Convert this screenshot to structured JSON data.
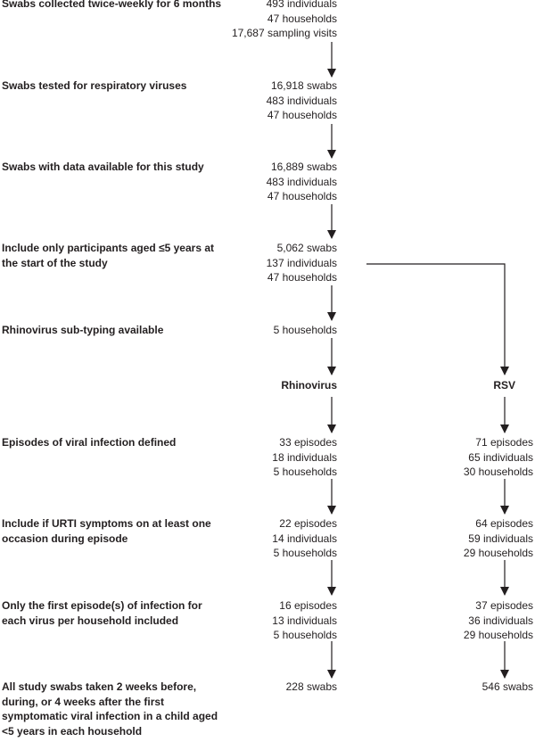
{
  "steps": [
    {
      "label": "Swabs collected twice-weekly for 6 months",
      "counts": [
        "493 individuals",
        "47 households",
        "17,687 sampling visits"
      ]
    },
    {
      "label": "Swabs tested for respiratory viruses",
      "counts": [
        "16,918 swabs",
        "483 individuals",
        "47 households"
      ]
    },
    {
      "label": "Swabs with data available for this study",
      "counts": [
        "16,889 swabs",
        "483 individuals",
        "47 households"
      ]
    },
    {
      "label": "Include only participants aged ≤5 years at the start of the study",
      "counts": [
        "5,062 swabs",
        "137 individuals",
        "47 households"
      ]
    },
    {
      "label": "Rhinovirus sub-typing available",
      "counts": [
        "5 households"
      ]
    }
  ],
  "branches": {
    "rhinovirus": "Rhinovirus",
    "rsv": "RSV"
  },
  "split_steps": [
    {
      "label": "Episodes of viral infection defined",
      "rhinovirus": [
        "33 episodes",
        "18 individuals",
        "5 households"
      ],
      "rsv": [
        "71 episodes",
        "65 individuals",
        "30 households"
      ]
    },
    {
      "label": "Include if URTI symptoms on at least one occasion during episode",
      "rhinovirus": [
        "22 episodes",
        "14 individuals",
        "5 households"
      ],
      "rsv": [
        "64 episodes",
        "59 individuals",
        "29 households"
      ]
    },
    {
      "label": "Only the first episode(s) of infection for each virus per household included",
      "rhinovirus": [
        "16 episodes",
        "13 individuals",
        "5 households"
      ],
      "rsv": [
        "37 episodes",
        "36 individuals",
        "29 households"
      ]
    },
    {
      "label": "All study swabs taken 2 weeks before, during, or 4 weeks after the first symptomatic viral infection in a child aged <5 years in each household",
      "rhinovirus": [
        "228 swabs"
      ],
      "rsv": [
        "546 swabs"
      ]
    }
  ]
}
